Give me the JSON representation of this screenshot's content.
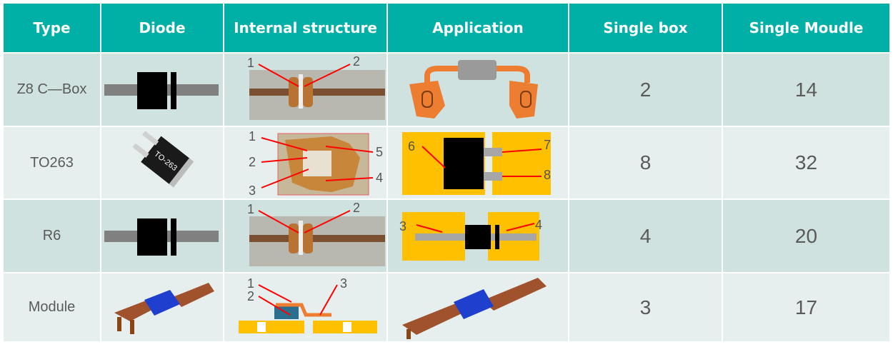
{
  "header": {
    "type": "Type",
    "diode": "Diode",
    "internal_structure": "Internal structure",
    "application": "Application",
    "single_box": "Single box",
    "single_module": "Single Moudle"
  },
  "rows": [
    {
      "type": "Z8 C—Box",
      "single_box": "2",
      "single_module": "14",
      "structure_labels": [
        "1",
        "2"
      ],
      "application_labels": []
    },
    {
      "type": "TO263",
      "single_box": "8",
      "single_module": "32",
      "diode_text": "TO-263",
      "structure_labels": [
        "1",
        "2",
        "3",
        "4",
        "5"
      ],
      "application_labels": [
        "6",
        "7",
        "8"
      ]
    },
    {
      "type": "R6",
      "single_box": "4",
      "single_module": "20",
      "structure_labels": [
        "1",
        "2"
      ],
      "application_labels": [
        "3",
        "4"
      ]
    },
    {
      "type": "Module",
      "single_box": "3",
      "single_module": "17",
      "structure_labels": [
        "1",
        "2",
        "3"
      ],
      "application_labels": []
    }
  ],
  "colors": {
    "header": "#00b0a6",
    "row_dark": "#cfe2e0",
    "row_light": "#e6efee",
    "pad": "#ffc000",
    "lead": "#ed7d31",
    "annotation": "#ff0000"
  }
}
